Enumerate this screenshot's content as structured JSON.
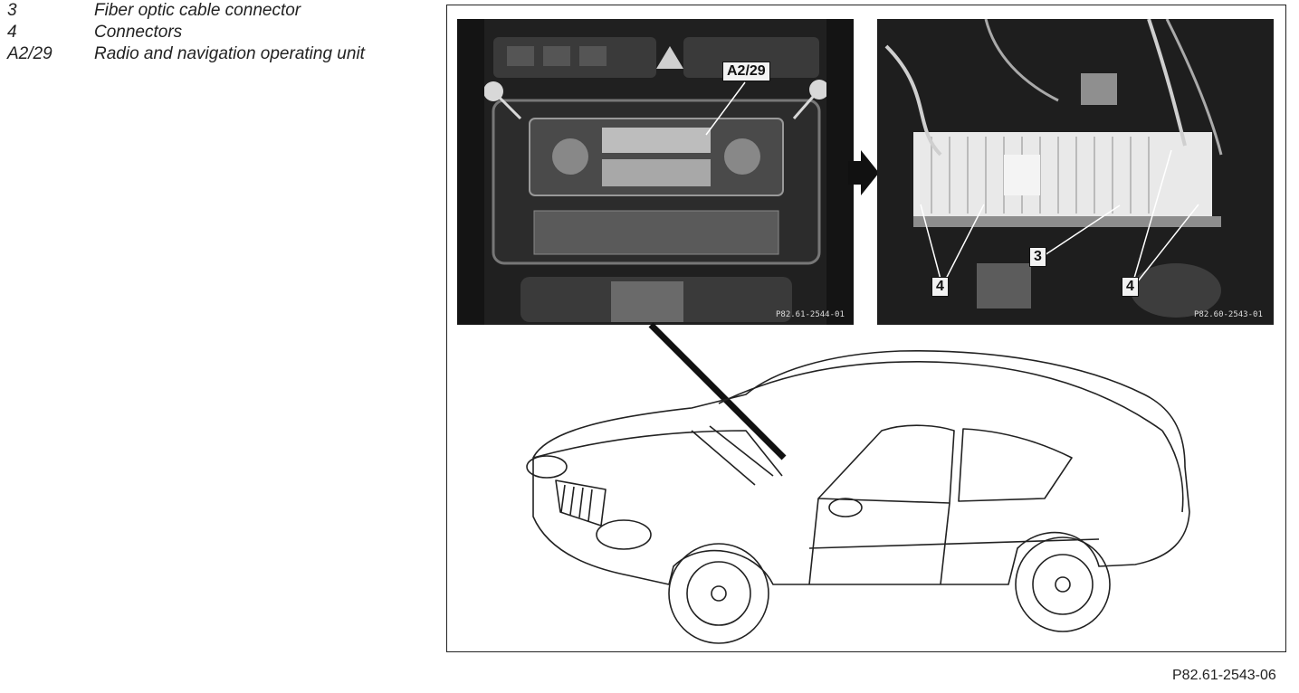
{
  "legend": [
    {
      "code": "3",
      "text": "Fiber optic cable connector"
    },
    {
      "code": "4",
      "text": "Connectors"
    },
    {
      "code": "A2/29",
      "text": "Radio and navigation operating unit"
    }
  ],
  "callouts": {
    "left_photo": "A2/29",
    "right_3": "3",
    "right_4a": "4",
    "right_4b": "4"
  },
  "photo_codes": {
    "left": "P82.61-2544-01",
    "right": "P82.60-2543-01"
  },
  "figure_code": "P82.61-2543-06"
}
